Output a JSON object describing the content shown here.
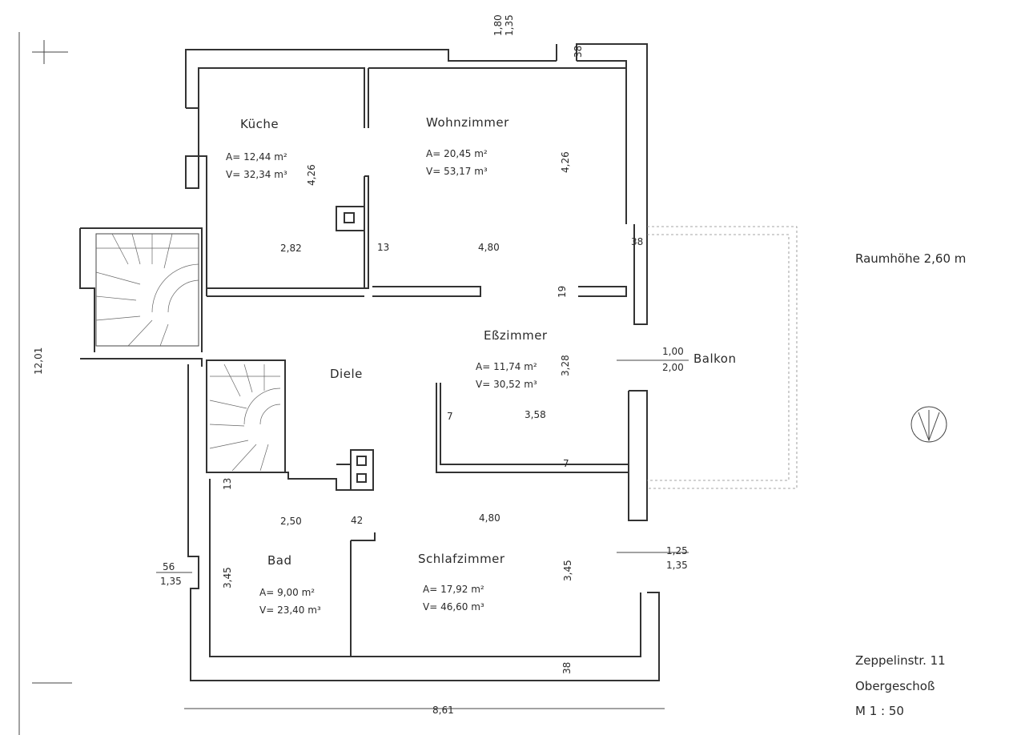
{
  "rooms": {
    "kueche": {
      "name": "Küche",
      "area": "A= 12,44 m²",
      "volume": "V= 32,34 m³"
    },
    "wohnzimmer": {
      "name": "Wohnzimmer",
      "area": "A= 20,45 m²",
      "volume": "V= 53,17 m³"
    },
    "esszimmer": {
      "name": "Eßzimmer",
      "area": "A= 11,74 m²",
      "volume": "V= 30,52 m³"
    },
    "diele": {
      "name": "Diele"
    },
    "balkon": {
      "name": "Balkon"
    },
    "bad": {
      "name": "Bad",
      "area": "A= 9,00 m²",
      "volume": "V= 23,40 m³"
    },
    "schlafzimmer": {
      "name": "Schlafzimmer",
      "area": "A= 17,92 m²",
      "volume": "V= 46,60 m³"
    }
  },
  "dimensions": {
    "top_window_1": "1,80",
    "top_window_2": "1,35",
    "top_wall": "38",
    "kueche_height": "4,26",
    "wohn_height": "4,26",
    "kueche_width": "2,82",
    "inner_wall_13": "13",
    "wohn_width": "4,80",
    "right_wall_38": "38",
    "wall_19": "19",
    "ess_height": "3,28",
    "balkon_door_1": "1,00",
    "balkon_door_2": "2,00",
    "wall_7a": "7",
    "ess_width": "3,58",
    "wall_7b": "7",
    "wall_13b": "13",
    "bad_width": "2,50",
    "wall_42": "42",
    "schlaf_width": "4,80",
    "bad_height": "3,45",
    "schlaf_height": "3,45",
    "left_window_1": "56",
    "left_window_2": "1,35",
    "right_window_1": "1,25",
    "right_window_2": "1,35",
    "bottom_wall_38": "38",
    "total_width": "8,61",
    "total_height": "12,01"
  },
  "notes": {
    "room_height": "Raumhöhe 2,60 m",
    "address": "Zeppelinstr. 11",
    "floor": "Obergeschoß",
    "scale": "M   1 : 50"
  }
}
